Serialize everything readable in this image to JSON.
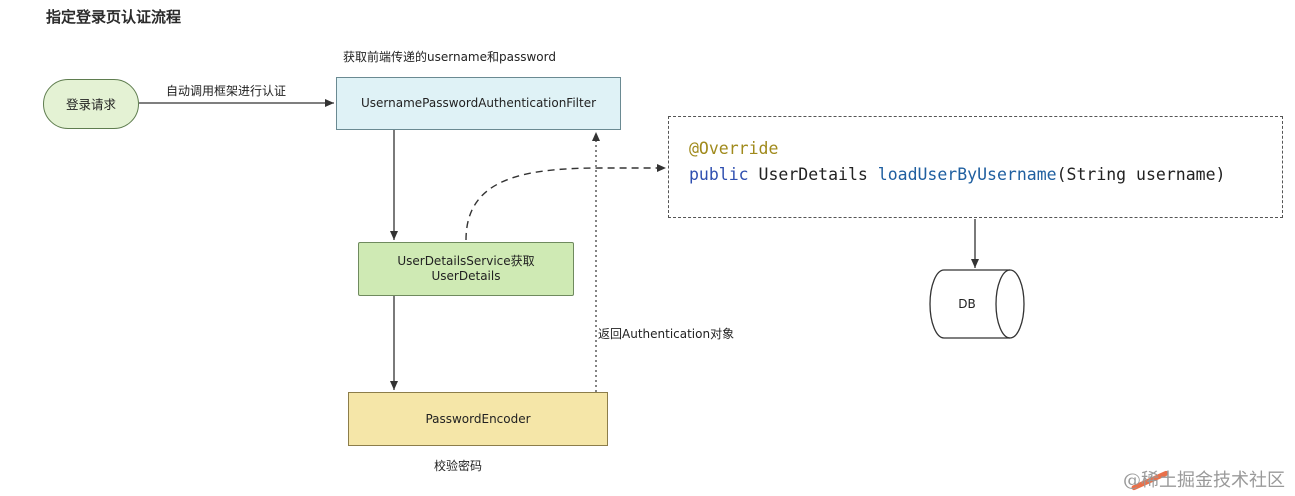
{
  "diagram": {
    "title": "指定登录页认证流程",
    "nodes": {
      "login": "登录请求",
      "filter": "UsernamePasswordAuthenticationFilter",
      "uds_line1": "UserDetailsService获取",
      "uds_line2": "UserDetails",
      "encoder": "PasswordEncoder",
      "db": "DB"
    },
    "labels": {
      "fetch_params": "获取前端传递的username和password",
      "auto_call": "自动调用框架进行认证",
      "return_auth": "返回Authentication对象",
      "verify_pwd": "校验密码"
    },
    "code": {
      "annotation": "@Override",
      "modifier": "public",
      "return_type": "UserDetails",
      "method": "loadUserByUsername",
      "params": "(String username)"
    },
    "watermark": "@稀土掘金技术社区"
  },
  "colors": {
    "login_fill": "#e4f2d4",
    "filter_fill": "#dff2f6",
    "uds_fill": "#cfeab4",
    "encoder_fill": "#f5e6a8",
    "annotation": "#a08a1c",
    "keyword": "#2f4fb0"
  }
}
